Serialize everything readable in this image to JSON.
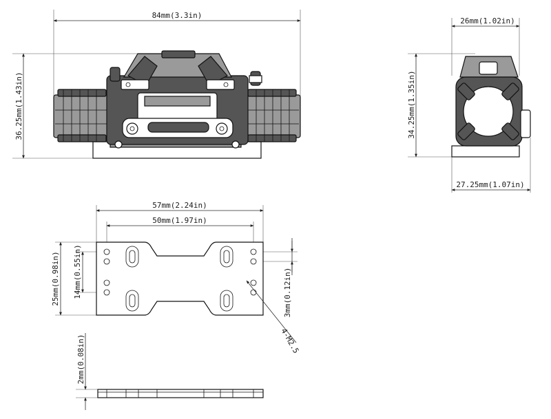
{
  "dimensions": {
    "front_width": "84mm(3.3in)",
    "front_height": "36.25mm(1.43in)",
    "side_top_width": "26mm(1.02in)",
    "side_height": "34.25mm(1.35in)",
    "side_bottom_width": "27.25mm(1.07in)",
    "plate_outer_width": "57mm(2.24in)",
    "plate_hole_spacing": "50mm(1.97in)",
    "plate_height": "25mm(0.98in)",
    "plate_hole_vertical": "14mm(0.55in)",
    "plate_hole_pitch": "3mm(0.12in)",
    "hole_callout": "4-M2.5",
    "plate_thickness": "2mm(0.08in)"
  }
}
